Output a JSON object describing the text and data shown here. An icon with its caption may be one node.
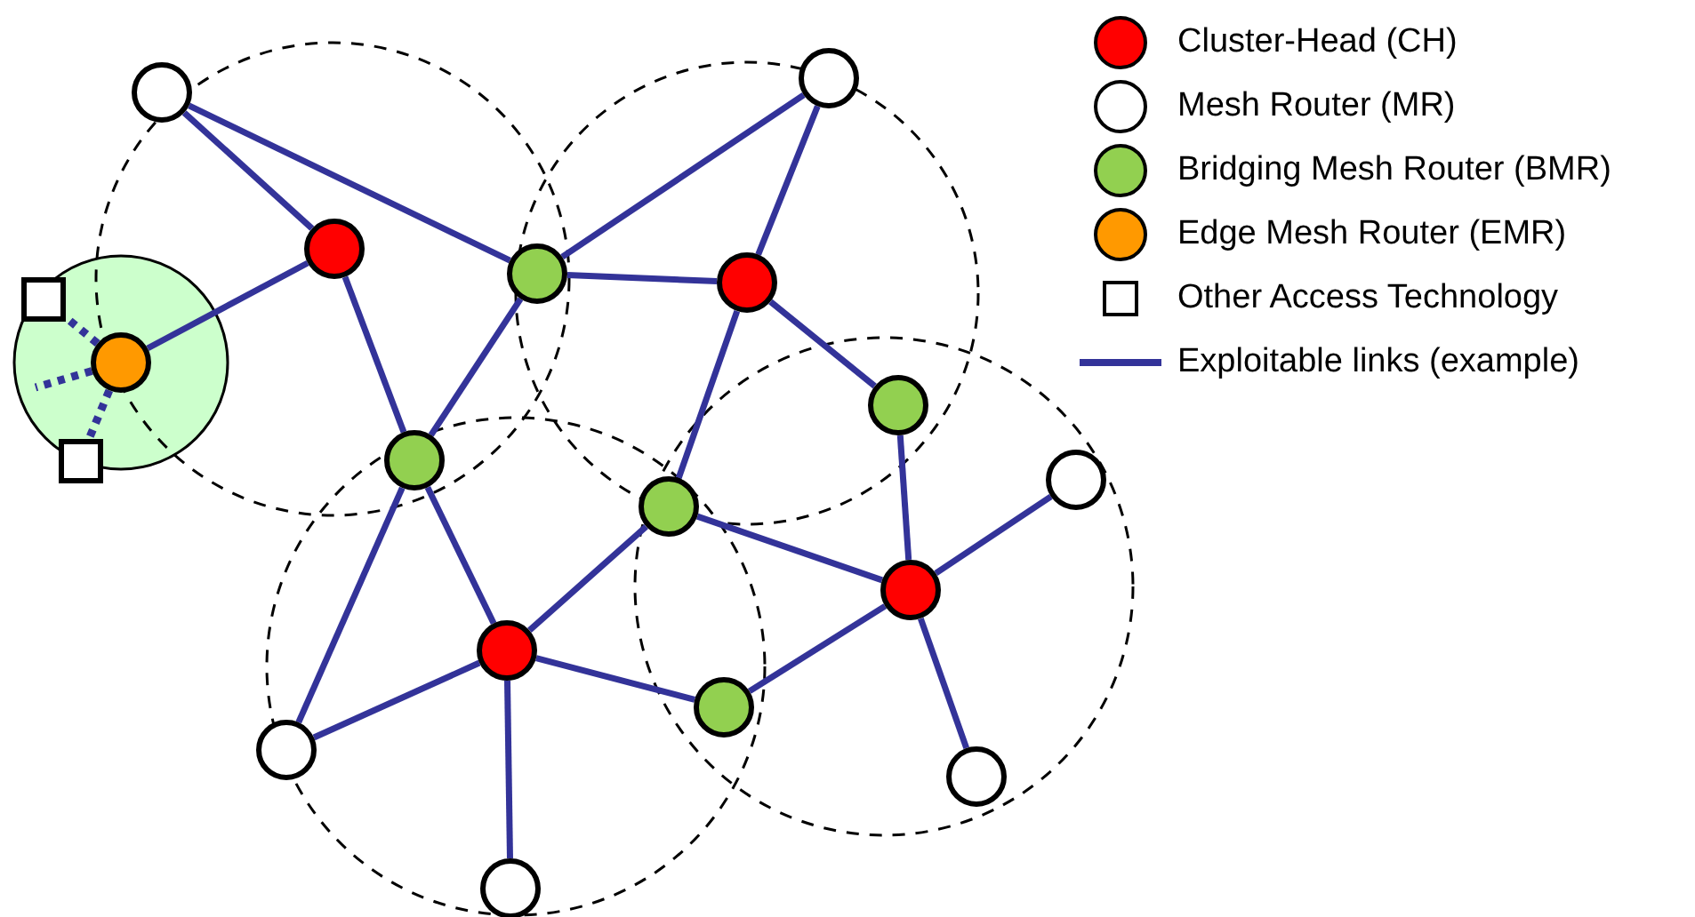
{
  "diagram": {
    "nodes": [
      {
        "text": [],
        "shape": "circle"
      },
      {
        "text": [],
        "shape": "circle"
      },
      {
        "text": [],
        "shape": "circle"
      },
      {
        "text": [],
        "shape": "circle"
      },
      {
        "text": [],
        "shape": "circle"
      },
      {
        "text": [],
        "shape": "circle"
      },
      {
        "text": [],
        "shape": "circle"
      },
      {
        "text": [],
        "shape": "circle"
      },
      {
        "text": [],
        "shape": "circle"
      },
      {
        "text": [],
        "shape": "circle"
      },
      {
        "text": [],
        "shape": "circle"
      },
      {
        "text": [],
        "shape": "circle"
      },
      {
        "text": [],
        "shape": "circle"
      },
      {
        "text": [],
        "shape": "circle"
      },
      {
        "text": [],
        "shape": "circle"
      },
      {
        "text": [],
        "shape": "circle"
      },
      {
        "text": [],
        "shape": "box"
      },
      {
        "text": [],
        "shape": "box"
      }
    ],
    "edges": [
      {
        "from": 0,
        "to": 2,
        "arrow": "none"
      },
      {
        "from": 0,
        "to": 3,
        "arrow": "none"
      },
      {
        "from": 2,
        "to": 5,
        "arrow": "none"
      },
      {
        "from": 2,
        "to": 7,
        "arrow": "none"
      },
      {
        "from": 3,
        "to": 1,
        "arrow": "none"
      },
      {
        "from": 3,
        "to": 4,
        "arrow": "none"
      },
      {
        "from": 3,
        "to": 7,
        "arrow": "none"
      },
      {
        "from": 4,
        "to": 1,
        "arrow": "none"
      },
      {
        "from": 4,
        "to": 6,
        "arrow": "none"
      },
      {
        "from": 4,
        "to": 9,
        "arrow": "none"
      },
      {
        "from": 6,
        "to": 10,
        "arrow": "none"
      },
      {
        "from": 7,
        "to": 11,
        "arrow": "none"
      },
      {
        "from": 7,
        "to": 13,
        "arrow": "none"
      },
      {
        "from": 9,
        "to": 11,
        "arrow": "none"
      },
      {
        "from": 9,
        "to": 10,
        "arrow": "none"
      },
      {
        "from": 10,
        "to": 8,
        "arrow": "none"
      },
      {
        "from": 10,
        "to": 14,
        "arrow": "none"
      },
      {
        "from": 10,
        "to": 12,
        "arrow": "none"
      },
      {
        "from": 11,
        "to": 13,
        "arrow": "none"
      },
      {
        "from": 11,
        "to": 15,
        "arrow": "none"
      },
      {
        "from": 11,
        "to": 12,
        "arrow": "none"
      },
      {
        "from": 5,
        "to": 16,
        "arrow": "none",
        "style": "dashed"
      },
      {
        "from": 5,
        "to": 17,
        "arrow": "none",
        "style": "dashed"
      },
      {
        "from": 5,
        "to": null,
        "arrow": "none",
        "style": "dashed"
      }
    ],
    "legend": [
      {
        "text": "Cluster-Head (CH)"
      },
      {
        "text": "Mesh Router (MR)"
      },
      {
        "text": "Bridging Mesh Router (BMR)"
      },
      {
        "text": "Edge Mesh Router (EMR)"
      },
      {
        "text": "Other Access Technology"
      },
      {
        "text": "Exploitable links (example)"
      }
    ]
  }
}
